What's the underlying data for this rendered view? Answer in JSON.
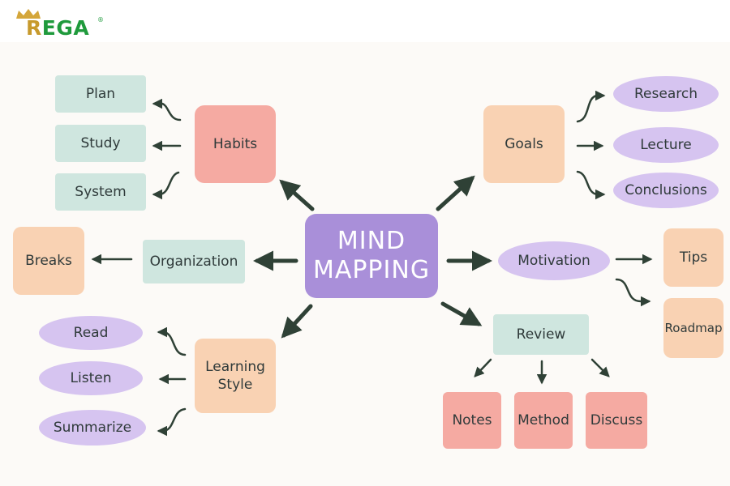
{
  "brand": {
    "name": "REGA",
    "first_letter": "R",
    "rest": "EGA",
    "registered": "®"
  },
  "center": {
    "line1": "MIND",
    "line2": "MAPPING"
  },
  "branches": {
    "habits": {
      "label": "Habits",
      "children": [
        "Plan",
        "Study",
        "System"
      ]
    },
    "goals": {
      "label": "Goals",
      "children": [
        "Research",
        "Lecture",
        "Conclusions"
      ]
    },
    "organization": {
      "label": "Organization",
      "children": [
        "Breaks"
      ]
    },
    "motivation": {
      "label": "Motivation",
      "children": [
        "Tips",
        "Roadmap"
      ]
    },
    "learning_style": {
      "line1": "Learning",
      "line2": "Style",
      "children": [
        "Read",
        "Listen",
        "Summarize"
      ]
    },
    "review": {
      "label": "Review",
      "children": [
        "Notes",
        "Method",
        "Discuss"
      ]
    }
  },
  "colors": {
    "background": "#fcfaf7",
    "center": "#a98fd9",
    "teal": "#cfe6df",
    "pink": "#f5aaa2",
    "peach": "#f9d2b3",
    "lavender": "#d6c4f0",
    "arrow": "#2f4136",
    "brand_green": "#1f9a3c",
    "brand_gold": "#c79a2d"
  }
}
